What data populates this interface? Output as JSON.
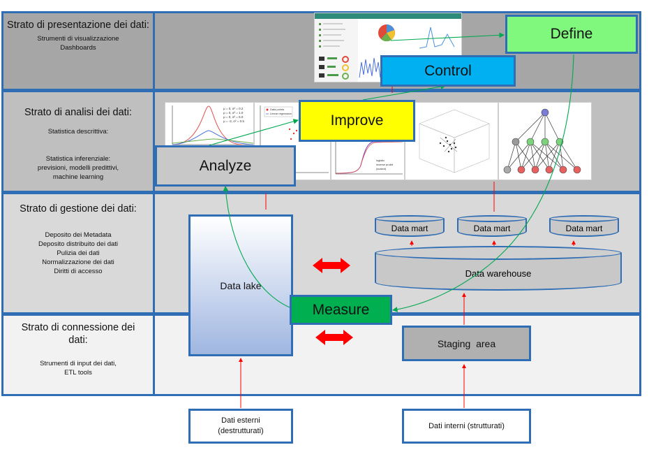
{
  "layers": [
    {
      "title": "Strato di presentazione dei dati:",
      "sub": "Strumenti di visualizzazione\nDashboards"
    },
    {
      "title": "Strato di analisi dei dati:",
      "sub": "Statistica descrittiva:\n\n\nStatistica inferenziale:\nprevisioni, modelli predittivi,\nmachine learning"
    },
    {
      "title": "Strato di gestione dei dati:",
      "sub": "Deposito dei Metadata\nDeposito distribuito dei dati\nPulizia dei dati\nNormalizzazione dei dati\nDiritti di accesso"
    },
    {
      "title": "Strato di connessione dei dati:",
      "sub": "Strumenti di input dei dati,\nETL tools"
    }
  ],
  "phases": {
    "define": "Define",
    "control": "Control",
    "improve": "Improve",
    "analyze": "Analyze",
    "measure": "Measure"
  },
  "storage": {
    "data_lake": "Data lake",
    "data_mart": "Data mart",
    "data_warehouse": "Data warehouse",
    "staging_area": "Staging  area"
  },
  "sources": {
    "external": "Dati esterni\n(destrutturati)",
    "internal": "Dati interni (strutturati)"
  },
  "thumb_text": {
    "legend_fit": [
      "μ = 0, σ² = 0.2",
      "μ = 0, σ² = 1.0",
      "μ = 0, σ² = 5.0",
      "μ = -2, σ² = 0.5"
    ],
    "legend_scatter": [
      "Data points",
      "Linear regression"
    ],
    "legend_logit": [
      "logistic",
      "inverse probit",
      "(scaled)"
    ]
  },
  "colors": {
    "border_blue": "#2f6db5",
    "define": "#80f87d",
    "control": "#00b0f0",
    "improve": "#ffff00",
    "measure": "#00b050",
    "analyze": "#c8c8c8",
    "row_dark": "#a6a6a6",
    "row_mid": "#d0d0d0",
    "row_light": "#f2f2f2",
    "arrow_red": "#ff0000",
    "flow_green": "#00a84f"
  }
}
